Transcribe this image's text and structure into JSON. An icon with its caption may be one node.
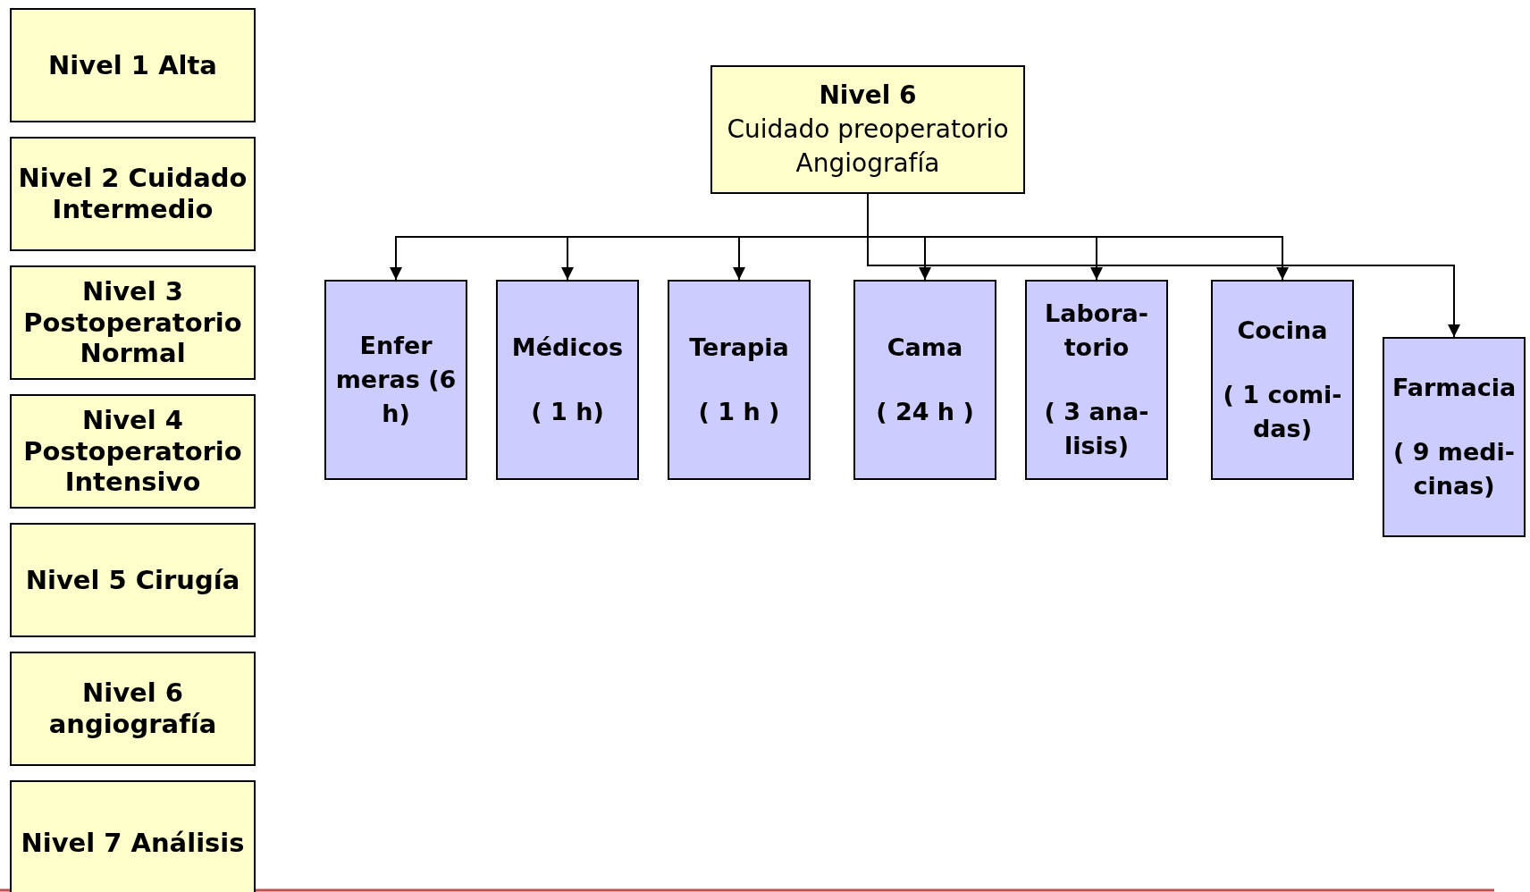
{
  "diagram": {
    "nodes": [
      {
        "text": [
          "Nivel 1 Alta"
        ]
      },
      {
        "text": [
          "Nivel 2 Cuidado Intermedio"
        ]
      },
      {
        "text": [
          "Nivel 3 Postoperatorio Normal"
        ]
      },
      {
        "text": [
          "Nivel 4 Postoperatorio Intensivo"
        ]
      },
      {
        "text": [
          "Nivel 5 Cirugía"
        ]
      },
      {
        "text": [
          "Nivel 6 angiografía"
        ]
      },
      {
        "text": [
          "Nivel 7 Análisis"
        ]
      },
      {
        "text": [
          "Nivel 6",
          "Cuidado preoperatorio Angiografía"
        ]
      },
      {
        "text": [
          "Enfer meras (6 h)"
        ]
      },
      {
        "text": [
          "Médicos",
          "( 1 h)"
        ]
      },
      {
        "text": [
          "Terapia",
          "( 1 h )"
        ]
      },
      {
        "text": [
          "Cama",
          "( 24 h )"
        ]
      },
      {
        "text": [
          "Labora- torio",
          "( 3 ana- lisis)"
        ]
      },
      {
        "text": [
          "Cocina",
          "( 1 comi- das)"
        ]
      },
      {
        "text": [
          "Farmacia",
          "( 9 medi- cinas)"
        ]
      }
    ],
    "edges": [
      {
        "from": 7,
        "to": 8,
        "arrow": "to"
      },
      {
        "from": 7,
        "to": 9,
        "arrow": "to"
      },
      {
        "from": 7,
        "to": 10,
        "arrow": "to"
      },
      {
        "from": 7,
        "to": 11,
        "arrow": "to"
      },
      {
        "from": 7,
        "to": 12,
        "arrow": "to"
      },
      {
        "from": 7,
        "to": 13,
        "arrow": "to"
      },
      {
        "from": 7,
        "to": 14,
        "arrow": "to"
      }
    ]
  }
}
